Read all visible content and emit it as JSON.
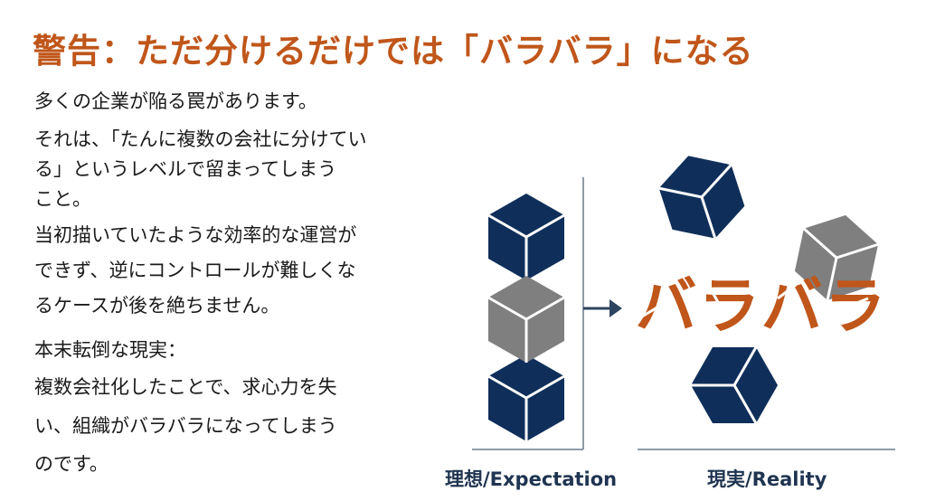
{
  "title": "警告：ただ分けるだけでは「バラバラ」になる",
  "body": {
    "paragraph1": [
      "多くの企業が陥る罠があります。",
      "それは、「たんに複数の会社に分けてい",
      "る」というレベルで留まってしまう",
      "こと。",
      "当初描いていたような効率的な運営が",
      "できず、逆にコントロールが難しくな",
      "るケースが後を絶ちません。"
    ],
    "paragraph2": [
      "本末転倒な現実：",
      "複数会社化したことで、求心力を失",
      "い、組織がバラバラになってしまう",
      "のです。"
    ]
  },
  "diagram": {
    "expectation_label": "理想/Expectation",
    "reality_label": "現実/Reality",
    "reality_word": "バラバラ"
  },
  "colors": {
    "accent": "#c0561a",
    "navy": "#0f2f5a",
    "gray": "#7f7f7f"
  }
}
